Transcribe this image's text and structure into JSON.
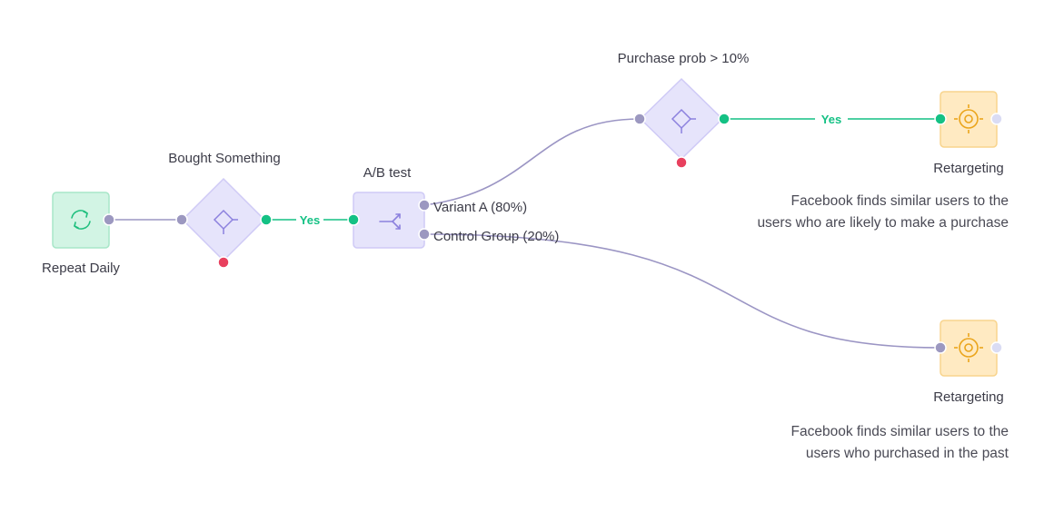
{
  "colors": {
    "trigger_fill": "#d2f4e4",
    "trigger_stroke": "#a7e6c8",
    "trigger_icon": "#1fbf7e",
    "logic_fill": "#e6e4fb",
    "logic_stroke": "#cfcaf6",
    "logic_icon": "#8c81de",
    "action_fill": "#ffeac2",
    "action_stroke": "#f8d48d",
    "action_icon": "#eba51c",
    "edge": "#9b95c4",
    "port_default": "#9c98c0",
    "port_yes": "#14c184",
    "port_no": "#e8405e",
    "port_out_empty": "#dadcf4"
  },
  "nodes": {
    "repeat": {
      "label": "Repeat Daily",
      "icon": "refresh-icon"
    },
    "bought": {
      "label": "Bought Something",
      "icon": "condition-icon"
    },
    "abtest": {
      "label": "A/B test",
      "icon": "split-icon",
      "branches": [
        "Variant A (80%)",
        "Control Group (20%)"
      ]
    },
    "purchase": {
      "label": "Purchase prob > 10%",
      "icon": "condition-icon"
    },
    "retarget1": {
      "label": "Retargeting",
      "icon": "target-icon",
      "description": [
        "Facebook finds similar users to the",
        "users who are likely to make a purchase"
      ]
    },
    "retarget2": {
      "label": "Retargeting",
      "icon": "target-icon",
      "description": [
        "Facebook finds similar users to the",
        "users who purchased in the past"
      ]
    }
  },
  "edges": {
    "yes_label": "Yes"
  }
}
